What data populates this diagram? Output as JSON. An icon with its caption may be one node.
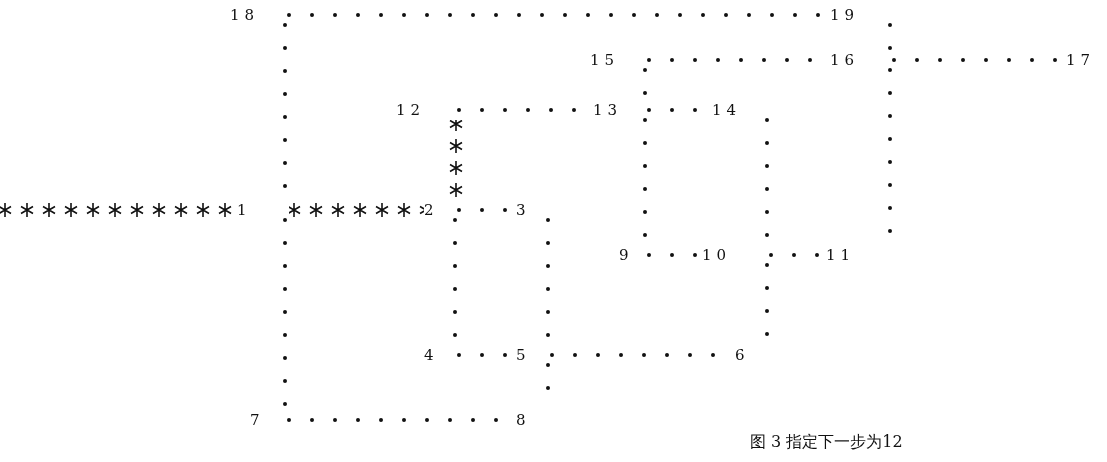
{
  "diagram": {
    "caption": "图 3 指定下一步为12",
    "nodes": [
      {
        "text": [
          "1"
        ]
      },
      {
        "text": [
          "2"
        ]
      },
      {
        "text": [
          "3"
        ]
      },
      {
        "text": [
          "4"
        ]
      },
      {
        "text": [
          "5"
        ]
      },
      {
        "text": [
          "6"
        ]
      },
      {
        "text": [
          "7"
        ]
      },
      {
        "text": [
          "8"
        ]
      },
      {
        "text": [
          "9"
        ]
      },
      {
        "text": [
          "10"
        ]
      },
      {
        "text": [
          "11"
        ]
      },
      {
        "text": [
          "12"
        ]
      },
      {
        "text": [
          "13"
        ]
      },
      {
        "text": [
          "14"
        ]
      },
      {
        "text": [
          "15"
        ]
      },
      {
        "text": [
          "16"
        ]
      },
      {
        "text": [
          "17"
        ]
      },
      {
        "text": [
          "18"
        ]
      },
      {
        "text": [
          "19"
        ]
      }
    ],
    "edges": [
      {
        "from": null,
        "to": 0,
        "arrow": "none",
        "style": "thick"
      },
      {
        "from": 0,
        "to": 1,
        "arrow": "none",
        "style": "thick"
      },
      {
        "from": 11,
        "to": 1,
        "arrow": "none",
        "style": "thick"
      },
      {
        "from": 17,
        "to": 18,
        "arrow": "none"
      },
      {
        "from": 17,
        "to": 0,
        "arrow": "none"
      },
      {
        "from": 0,
        "to": 6,
        "arrow": "none"
      },
      {
        "from": 6,
        "to": 7,
        "arrow": "none"
      },
      {
        "from": 4,
        "to": 7,
        "arrow": "none"
      },
      {
        "from": 2,
        "to": 4,
        "arrow": "none"
      },
      {
        "from": 1,
        "to": 2,
        "arrow": "none"
      },
      {
        "from": 1,
        "to": 3,
        "arrow": "none"
      },
      {
        "from": 3,
        "to": 4,
        "arrow": "none"
      },
      {
        "from": 4,
        "to": 5,
        "arrow": "none"
      },
      {
        "from": 11,
        "to": 12,
        "arrow": "none"
      },
      {
        "from": 12,
        "to": 13,
        "arrow": "none"
      },
      {
        "from": 14,
        "to": 12,
        "arrow": "none"
      },
      {
        "from": 12,
        "to": 8,
        "arrow": "none"
      },
      {
        "from": 13,
        "to": 9,
        "arrow": "none"
      },
      {
        "from": 9,
        "to": 5,
        "arrow": "none"
      },
      {
        "from": 8,
        "to": 9,
        "arrow": "none"
      },
      {
        "from": 9,
        "to": 10,
        "arrow": "none"
      },
      {
        "from": 14,
        "to": 15,
        "arrow": "none"
      },
      {
        "from": 15,
        "to": 16,
        "arrow": "none"
      },
      {
        "from": 18,
        "to": 15,
        "arrow": "none"
      },
      {
        "from": 15,
        "to": 10,
        "arrow": "none"
      }
    ]
  }
}
